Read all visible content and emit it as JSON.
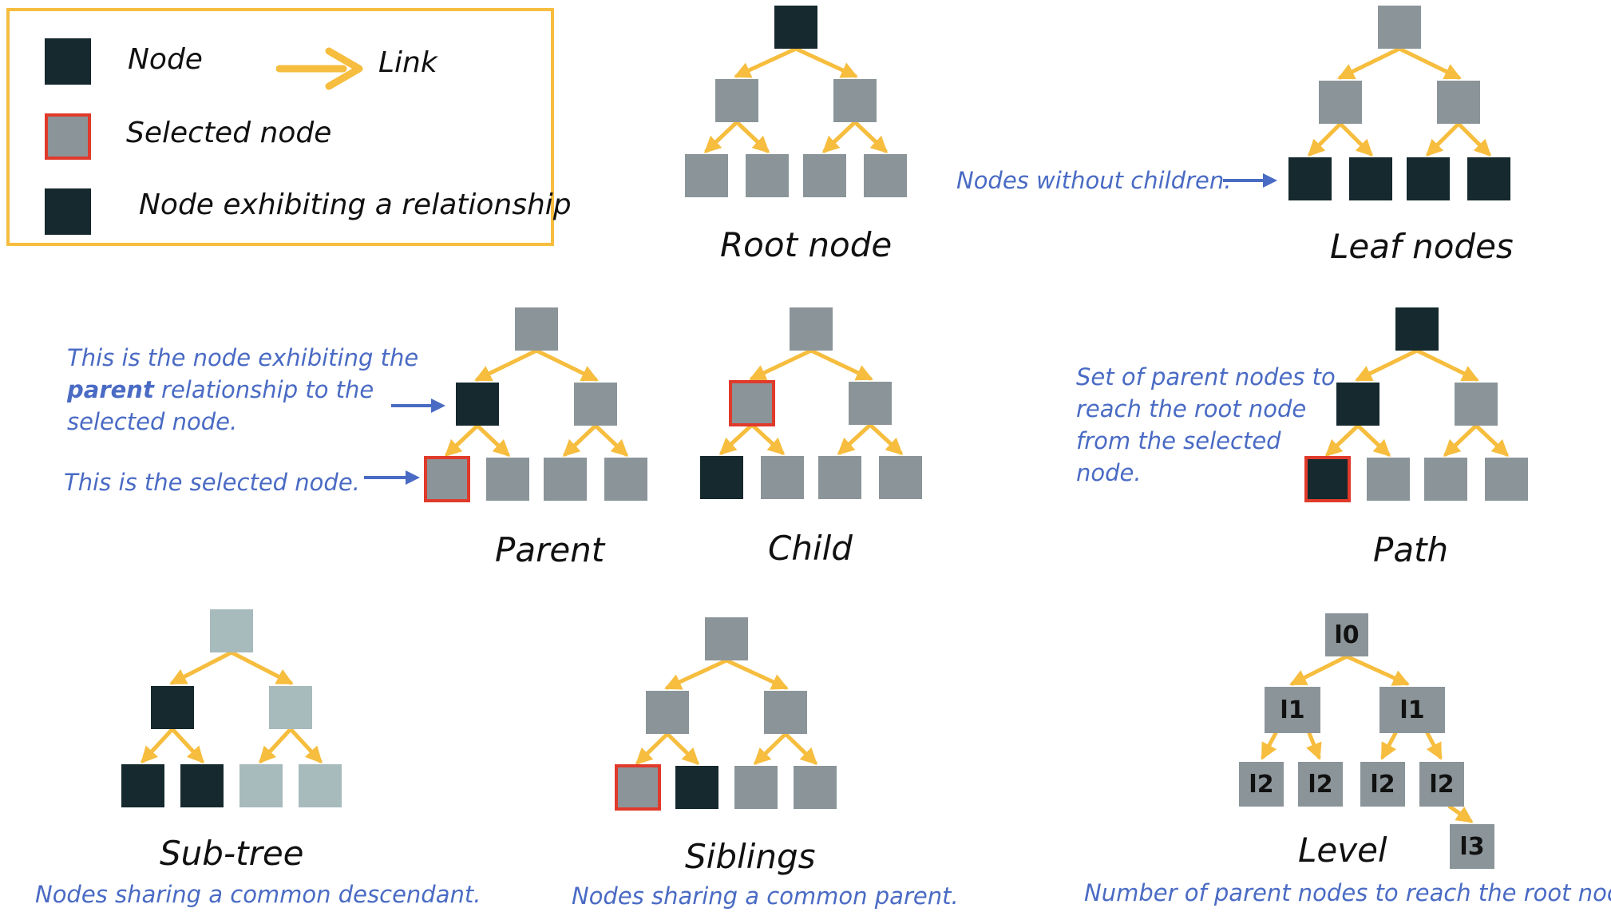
{
  "colors": {
    "node": "#15292e",
    "gray": "#8b9599",
    "light": "#a7babc",
    "link": "#f6bd3e",
    "selected_border": "#e03a2b",
    "caption": "#4a6bc4"
  },
  "legend": {
    "node_label": "Node",
    "link_label": "Link",
    "selected_label": "Selected node",
    "relationship_label": "Node exhibiting a relationship"
  },
  "panels": {
    "root": {
      "title": "Root node"
    },
    "leaf": {
      "title": "Leaf nodes",
      "caption": "Nodes without children."
    },
    "parent": {
      "title": "Parent",
      "caption_pre": "This is the node exhibiting the",
      "caption_bold": "parent",
      "caption_mid": "relationship to the",
      "caption_end": "selected node.",
      "selected_caption": "This is the selected node."
    },
    "child": {
      "title": "Child"
    },
    "path": {
      "title": "Path",
      "caption_lines": [
        "Set of parent nodes to",
        "reach the root node",
        "from the selected",
        "node."
      ]
    },
    "subtree": {
      "title": "Sub-tree",
      "caption": "Nodes sharing a common descendant."
    },
    "siblings": {
      "title": "Siblings",
      "caption": "Nodes sharing a common parent."
    },
    "level": {
      "title": "Level",
      "caption": "Number of parent nodes to reach the root node.",
      "labels": [
        "l0",
        "l1",
        "l1",
        "l2",
        "l2",
        "l2",
        "l2",
        "l3"
      ]
    }
  }
}
